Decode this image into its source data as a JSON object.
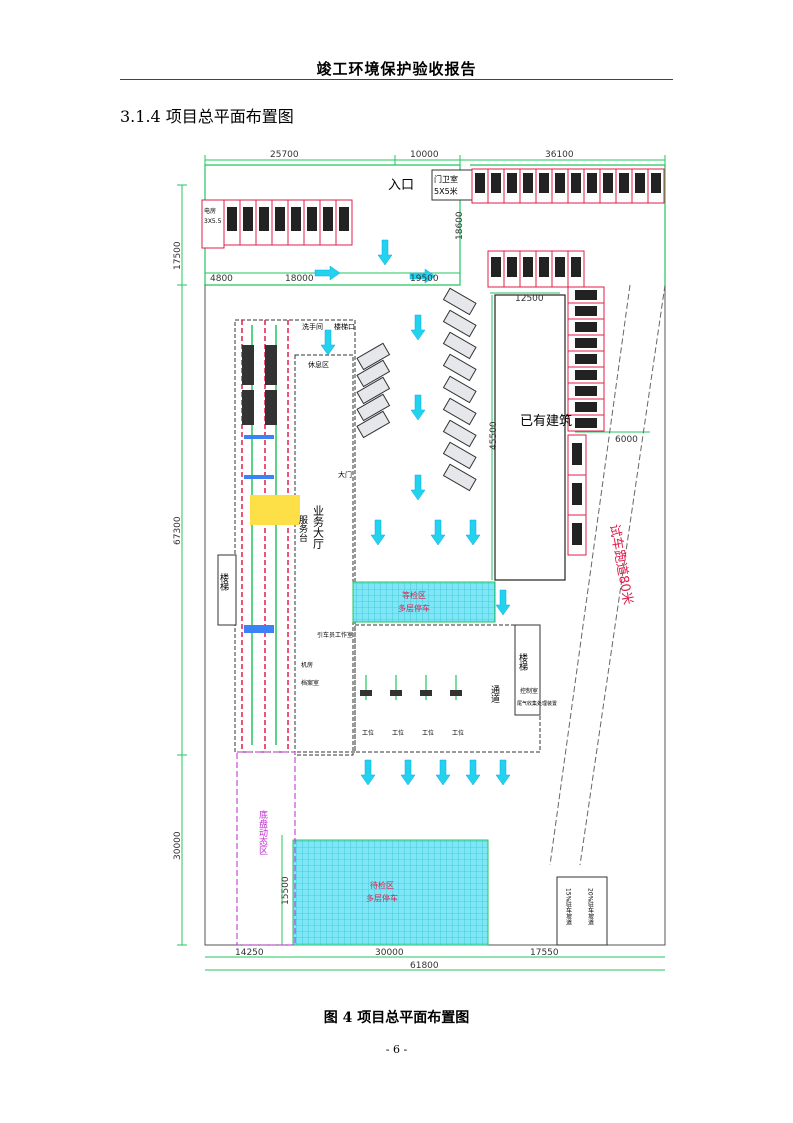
{
  "header": {
    "title": "竣工环境保护验收报告"
  },
  "section": {
    "heading": "3.1.4 项目总平面布置图"
  },
  "figure": {
    "caption": "图 4 项目总平面布置图",
    "labels": {
      "entrance": "入口",
      "guard_room": "门卫室",
      "guard_room_size": "5X5米",
      "electric_room": "电房",
      "electric_room_size": "3X5.5",
      "existing_building": "已有建筑",
      "test_track": "试车跑道80米",
      "service_desk": "服务台",
      "business_hall": "业务大厅",
      "stairs_left": "楼梯",
      "stairs_right": "楼梯",
      "channel": "通道",
      "rest_area": "休息区",
      "washroom": "洗手间",
      "stair_mouth": "楼梯口",
      "gate": "大门",
      "waiting_area": "等检区",
      "multi_storey_parking": "多层停车",
      "chassis_zone": "底盘动态区",
      "pending_area": "待检区",
      "control_room": "控制室",
      "monitor_room": "引车员工作室",
      "machine_room": "机房",
      "archive_room": "档案室",
      "exhaust_device": "尾气收集处理装置",
      "lane_a": "15%驻车坡道",
      "lane_b": "20%驻车坡道",
      "station": "工位"
    },
    "dimensions": {
      "top_left": "25700",
      "top_mid": "10000",
      "top_right": "36100",
      "left_top": "17500",
      "gate_depth": "18600",
      "row_a": "4800",
      "row_b": "18000",
      "row_c": "19500",
      "building_width": "12500",
      "building_depth": "45500",
      "track_offset": "6000",
      "left_mid": "67300",
      "left_bottom": "30000",
      "parking_depth": "15500",
      "bottom_a": "14250",
      "bottom_b": "30000",
      "bottom_c": "17550",
      "overall": "61800"
    }
  },
  "page": {
    "number": "- 6 -"
  }
}
